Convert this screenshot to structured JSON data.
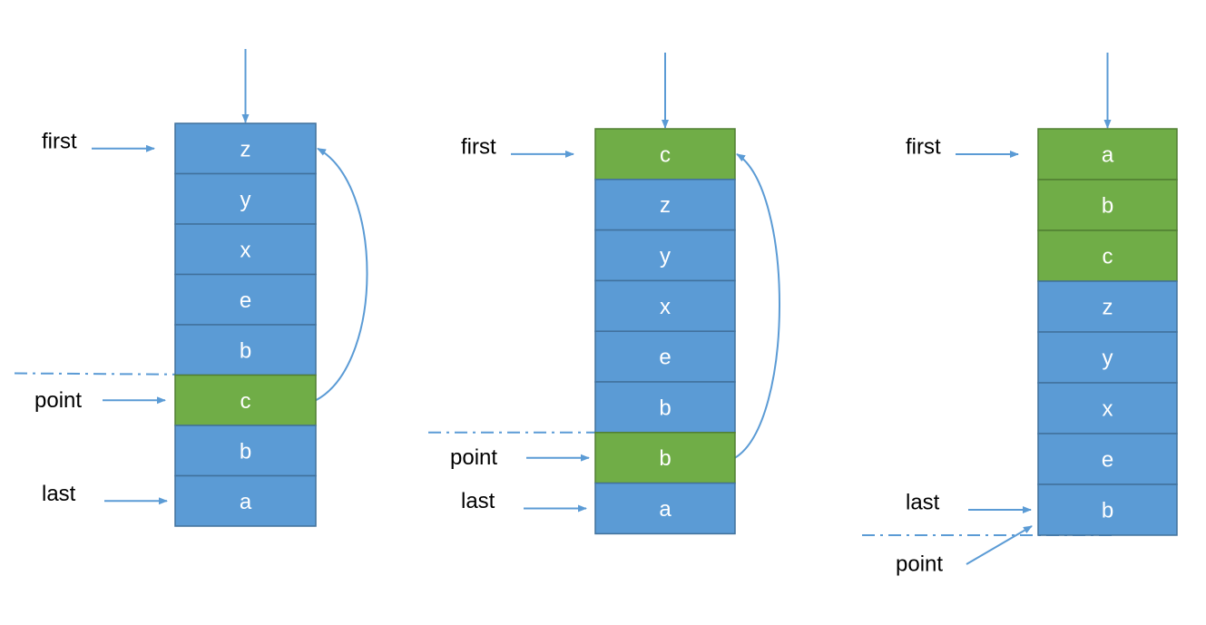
{
  "colors": {
    "blue": "#5B9BD5",
    "green": "#70AD47",
    "blue_border": "#41719C",
    "green_border": "#507E32",
    "arrow": "#5B9BD5",
    "text": "#000000",
    "cell_text": "#FFFFFF"
  },
  "stacks": [
    {
      "id": "stack-1",
      "cells": [
        {
          "label": "z",
          "color": "blue"
        },
        {
          "label": "y",
          "color": "blue"
        },
        {
          "label": "x",
          "color": "blue"
        },
        {
          "label": "e",
          "color": "blue"
        },
        {
          "label": "b",
          "color": "blue"
        },
        {
          "label": "c",
          "color": "green"
        },
        {
          "label": "b",
          "color": "blue"
        },
        {
          "label": "a",
          "color": "blue"
        }
      ],
      "pointers": [
        {
          "label": "first",
          "cell": 0
        },
        {
          "label": "point",
          "cell": 5
        },
        {
          "label": "last",
          "cell": 7
        }
      ]
    },
    {
      "id": "stack-2",
      "cells": [
        {
          "label": "c",
          "color": "green"
        },
        {
          "label": "z",
          "color": "blue"
        },
        {
          "label": "y",
          "color": "blue"
        },
        {
          "label": "x",
          "color": "blue"
        },
        {
          "label": "e",
          "color": "blue"
        },
        {
          "label": "b",
          "color": "blue"
        },
        {
          "label": "b",
          "color": "green"
        },
        {
          "label": "a",
          "color": "blue"
        }
      ],
      "pointers": [
        {
          "label": "first",
          "cell": 0
        },
        {
          "label": "point",
          "cell": 6
        },
        {
          "label": "last",
          "cell": 7
        }
      ]
    },
    {
      "id": "stack-3",
      "cells": [
        {
          "label": "a",
          "color": "green"
        },
        {
          "label": "b",
          "color": "green"
        },
        {
          "label": "c",
          "color": "green"
        },
        {
          "label": "z",
          "color": "blue"
        },
        {
          "label": "y",
          "color": "blue"
        },
        {
          "label": "x",
          "color": "blue"
        },
        {
          "label": "e",
          "color": "blue"
        },
        {
          "label": "b",
          "color": "blue"
        }
      ],
      "pointers": [
        {
          "label": "first",
          "cell": 0
        },
        {
          "label": "last",
          "cell": 7
        },
        {
          "label": "point",
          "cell": 8
        }
      ]
    }
  ]
}
